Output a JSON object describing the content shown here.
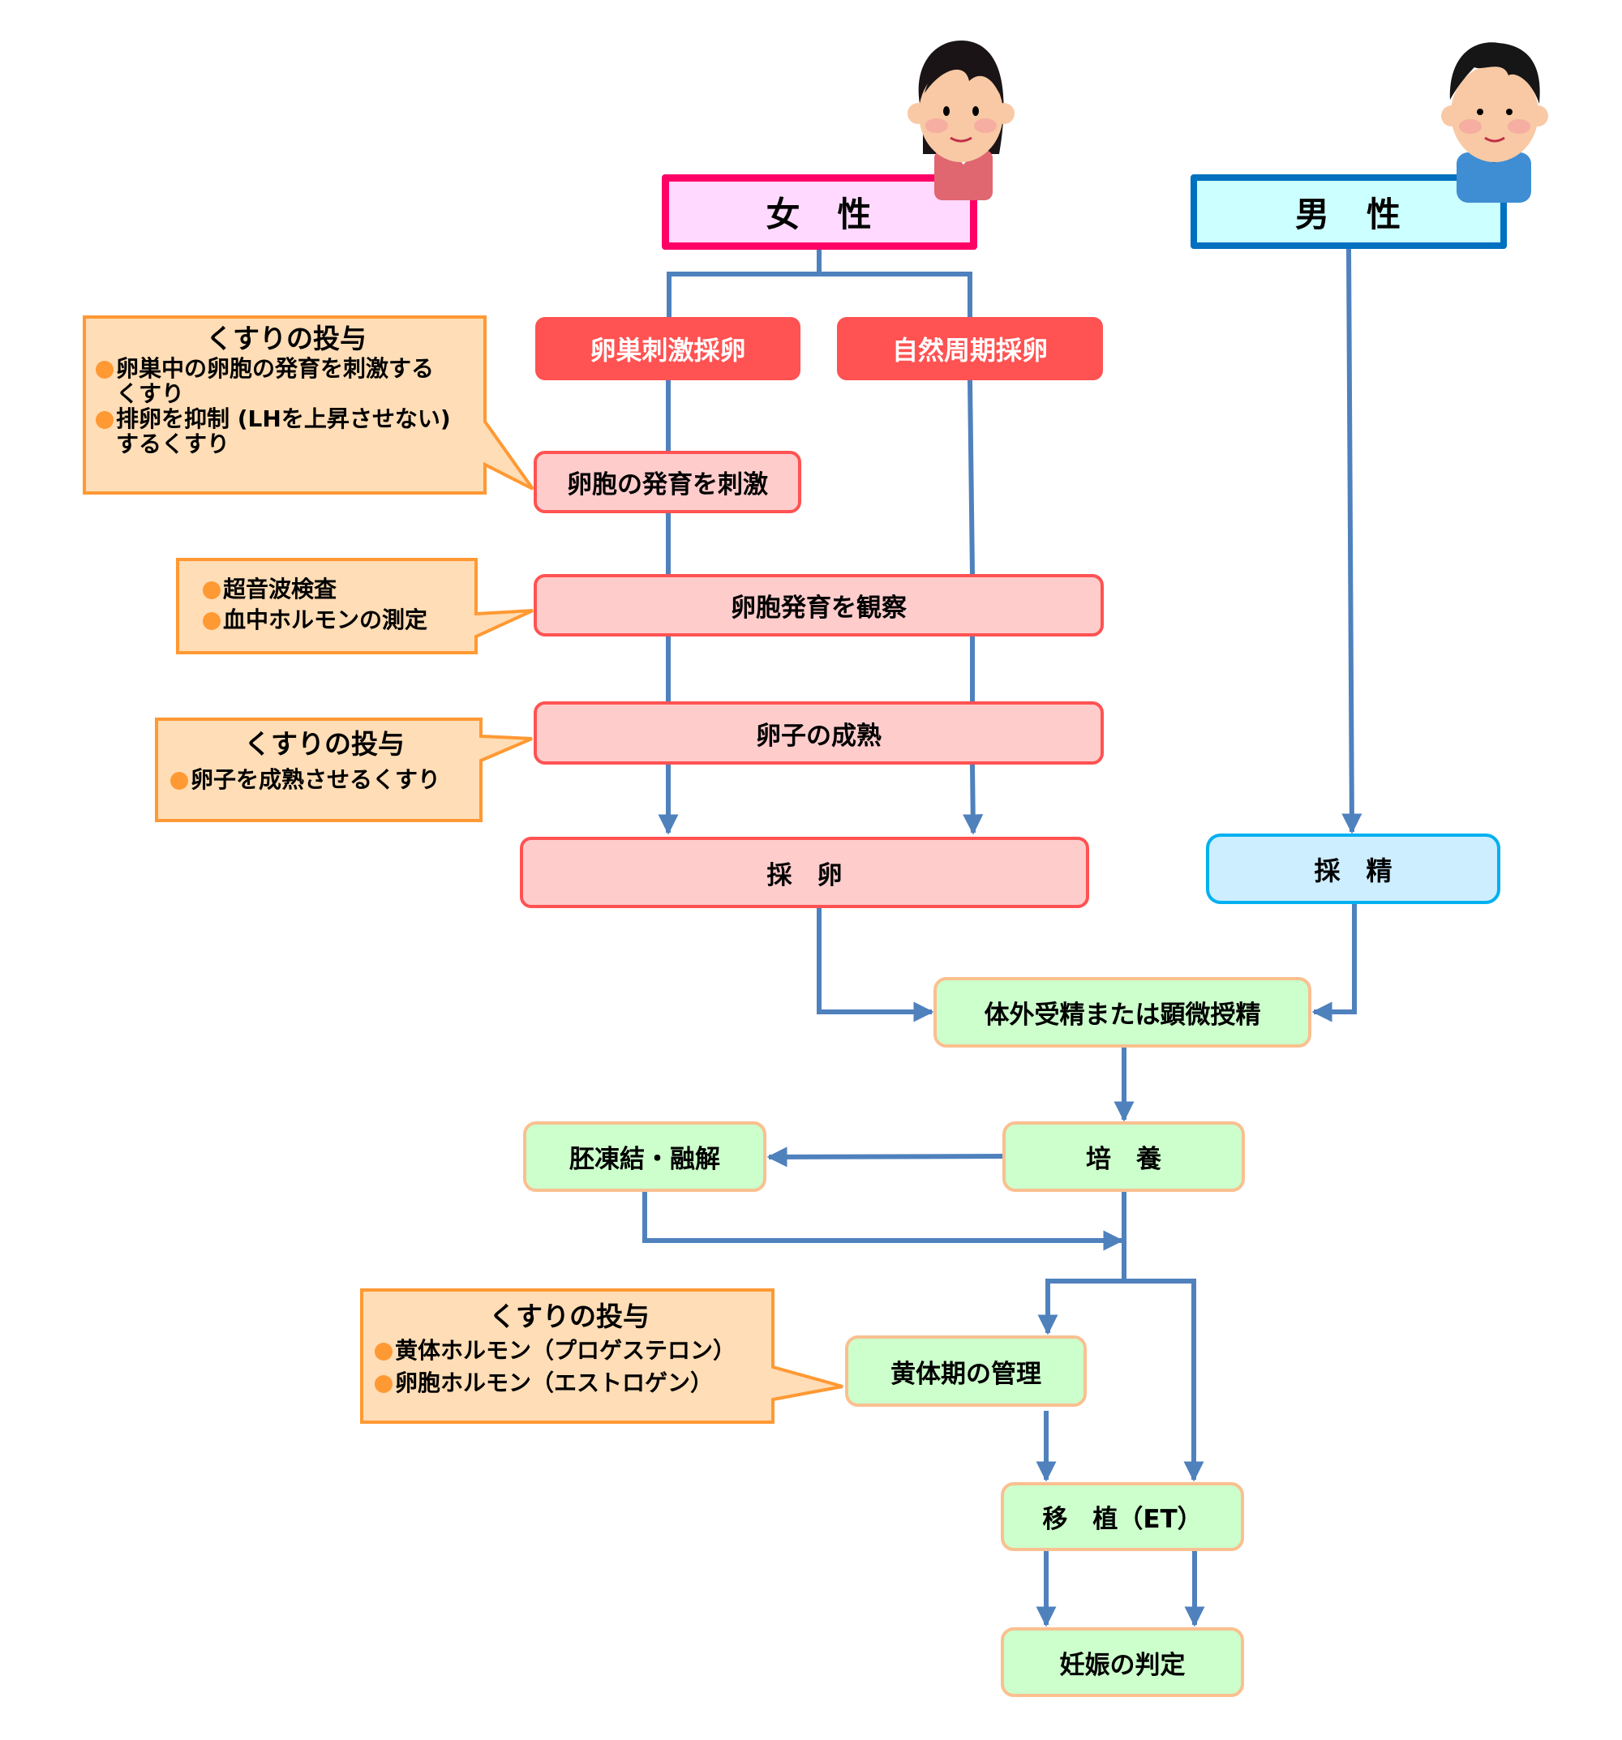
{
  "title": "体外受精・顕微授精の流れ",
  "colors": {
    "connector": "#4F81BD",
    "female_border": "#FF0066",
    "female_fill": "#FFD9FF",
    "male_border": "#0070C0",
    "male_fill": "#CCFFFF",
    "method_fill": "#FF5252",
    "female_step_fill": "#FFCCCC",
    "female_step_border": "#FF5252",
    "male_step_fill": "#CCEEFF",
    "male_step_border": "#00B0F0",
    "common_step_fill": "#CCFFCC",
    "common_step_border": "#FAC090",
    "callout_fill": "#FFDDB6",
    "callout_border": "#FF9933",
    "bullet": "#FF9933"
  },
  "headers": {
    "female": "女　性",
    "male": "男　性"
  },
  "avatars": {
    "female": "woman-avatar-icon",
    "male": "man-avatar-icon"
  },
  "methods": {
    "stimulated": "卵巣刺激採卵",
    "natural": "自然周期採卵"
  },
  "female_steps": {
    "stimulate": "卵胞の発育を刺激",
    "observe": "卵胞発育を観察",
    "mature": "卵子の成熟",
    "retrieval": "採　卵"
  },
  "male_steps": {
    "collection": "採　精"
  },
  "common_steps": {
    "fertilization": "体外受精または顕微授精",
    "culture": "培　養",
    "freeze": "胚凍結・融解",
    "luteal": "黄体期の管理",
    "transfer": "移　植（ET）",
    "pregnancy": "妊娠の判定"
  },
  "callouts": [
    {
      "title": "くすりの投与",
      "bullets": [
        [
          "卵巣中の卵胞の発育を刺激する",
          "くすり"
        ],
        [
          "排卵を抑制 (LHを上昇させない)",
          "するくすり"
        ]
      ]
    },
    {
      "title": "",
      "bullets": [
        [
          "超音波検査"
        ],
        [
          "血中ホルモンの測定"
        ]
      ]
    },
    {
      "title": "くすりの投与",
      "bullets": [
        [
          "卵子を成熟させるくすり"
        ]
      ]
    },
    {
      "title": "くすりの投与",
      "bullets": [
        [
          "黄体ホルモン（プロゲステロン）"
        ],
        [
          "卵胞ホルモン（エストロゲン）"
        ]
      ]
    }
  ]
}
